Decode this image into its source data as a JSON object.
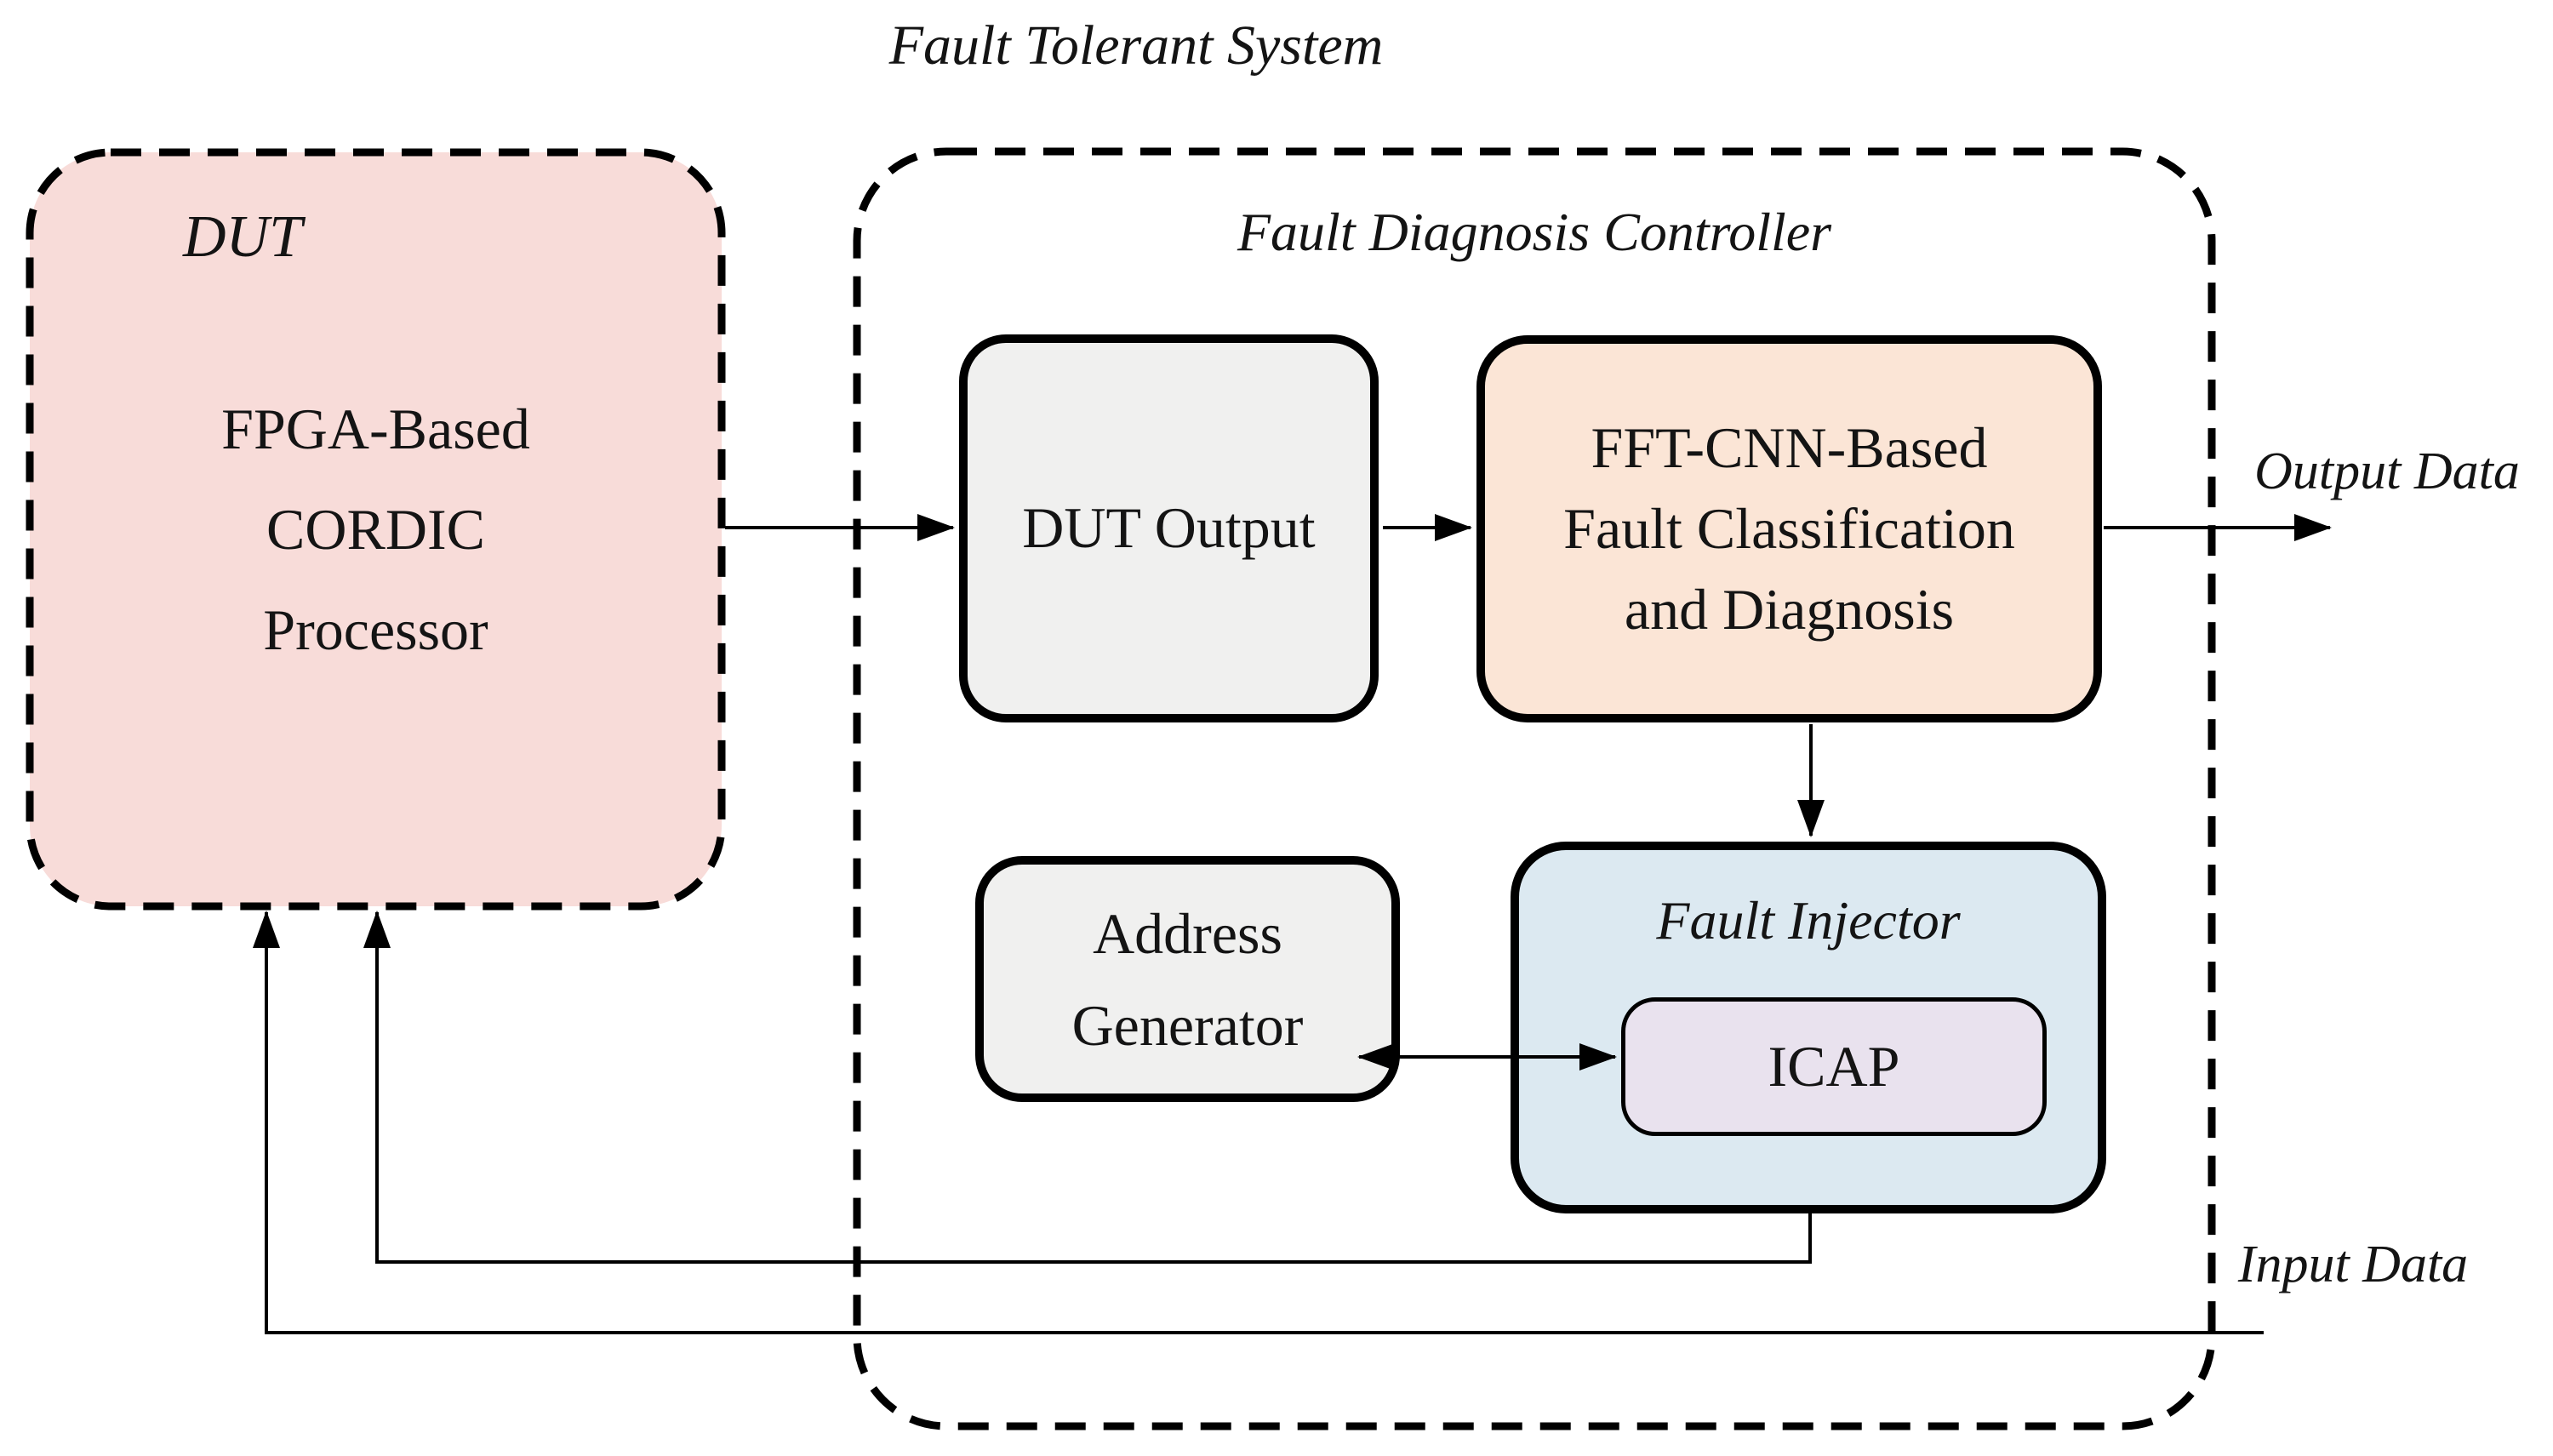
{
  "title": "Fault Tolerant System",
  "colors": {
    "stroke": "#000000",
    "dut_fill": "#F8DCD9",
    "controller_fill": "#FFFFFF",
    "dut_output_fill": "#F0F0EF",
    "fft_fill": "#FBE5D6",
    "address_fill": "#F0F0EF",
    "injector_fill": "#DCE9F1",
    "icap_fill": "#E9E2EE"
  },
  "dut": {
    "label": "DUT",
    "line1": "FPGA-Based",
    "line2": "CORDIC",
    "line3": "Processor"
  },
  "controller": {
    "label": "Fault Diagnosis Controller"
  },
  "dut_output": {
    "label": "DUT Output"
  },
  "fft": {
    "line1": "FFT-CNN-Based",
    "line2": "Fault Classification",
    "line3": "and Diagnosis"
  },
  "address_generator": {
    "line1": "Address",
    "line2": "Generator"
  },
  "fault_injector": {
    "label": "Fault Injector"
  },
  "icap": {
    "label": "ICAP"
  },
  "io": {
    "output_label": "Output Data",
    "input_label": "Input Data"
  }
}
